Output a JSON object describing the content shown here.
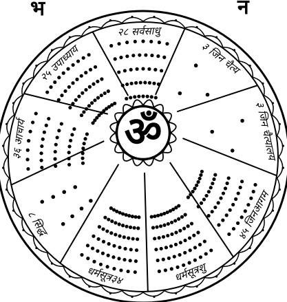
{
  "title": {
    "left_fragment": "भ",
    "right_fragment": "न"
  },
  "center": {
    "symbol": "ॐ"
  },
  "segments": [
    {
      "label": "२८ सर्वसाधु",
      "dots": 42
    },
    {
      "label": "३ जिन चैत्य",
      "dots": 3
    },
    {
      "label": "३ जिन चैत्यालय",
      "dots": 3
    },
    {
      "label": "४५ जिनआगम",
      "dots": 45
    },
    {
      "label": "धर्मसूत्रशु",
      "dots": 60
    },
    {
      "label": "धर्मसूत्र३४",
      "dots": 58
    },
    {
      "label": "८ सिद्ध",
      "dots": 8
    },
    {
      "label": "३६ आचार्य",
      "dots": 36
    },
    {
      "label": "२५ उपाध्याय",
      "dots": 50
    }
  ],
  "colors": {
    "ink": "#000000",
    "paper": "#ffffff"
  }
}
